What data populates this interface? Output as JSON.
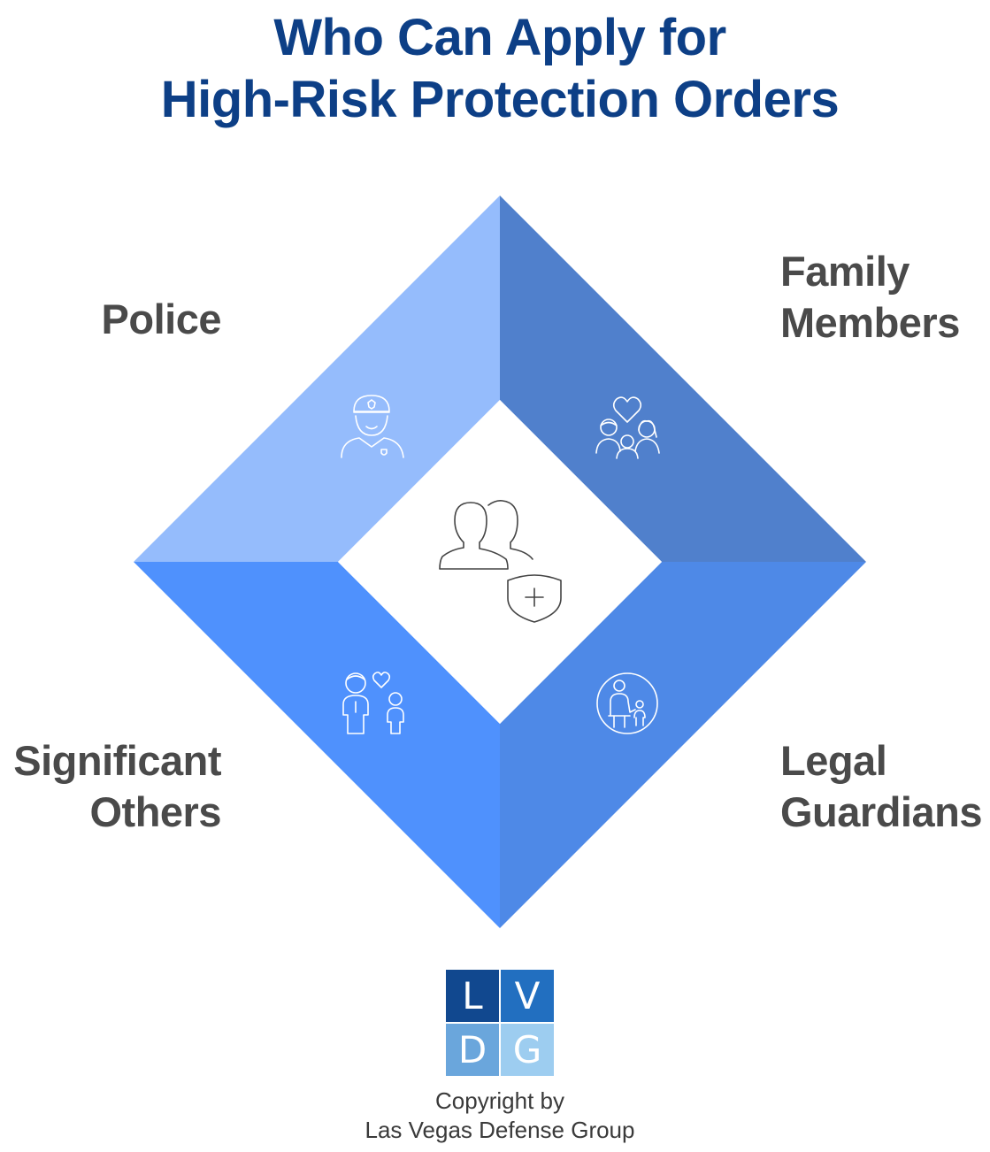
{
  "title": {
    "line1": "Who Can Apply for",
    "line2": "High-Risk Protection Orders"
  },
  "segments": {
    "police": {
      "line1": "Police",
      "color": "#95bcfc",
      "icon": "police-officer-icon"
    },
    "family": {
      "line1": "Family",
      "line2": "Members",
      "color": "#5080cc",
      "icon": "family-heart-icon"
    },
    "significant": {
      "line1": "Significant",
      "line2": "Others",
      "color": "#4f91fd",
      "icon": "couple-heart-icon"
    },
    "guardians": {
      "line1": "Legal",
      "line2": "Guardians",
      "color": "#4e89e7",
      "icon": "guardian-child-icon"
    }
  },
  "center": {
    "icon": "people-shield-icon"
  },
  "logo": {
    "letters": {
      "l": "L",
      "v": "V",
      "d": "D",
      "g": "G"
    },
    "colors": {
      "l": "#11488f",
      "v": "#226fc0",
      "d": "#6aa6dc",
      "g": "#9dcdf0"
    }
  },
  "footer": {
    "line1": "Copyright by",
    "line2": "Las Vegas Defense Group"
  }
}
